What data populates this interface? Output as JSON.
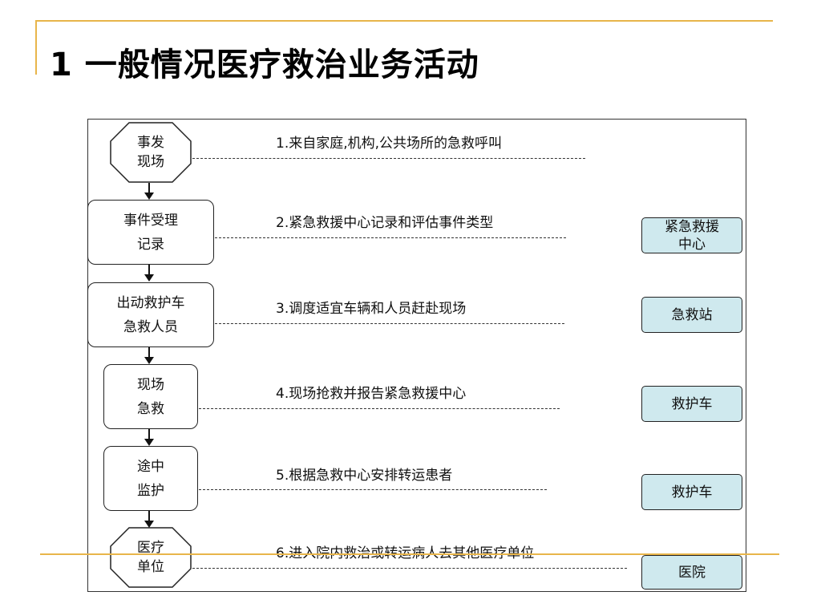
{
  "title": "1  一般情况医疗救治业务活动",
  "nodes": [
    {
      "lines": [
        "事发",
        "现场"
      ]
    },
    {
      "lines": [
        "事件受理",
        "记录"
      ]
    },
    {
      "lines": [
        "出动救护车",
        "急救人员"
      ]
    },
    {
      "lines": [
        "现场",
        "急救"
      ]
    },
    {
      "lines": [
        "途中",
        "监护"
      ]
    },
    {
      "lines": [
        "医疗",
        "单位"
      ]
    }
  ],
  "steps": [
    "1.来自家庭,机构,公共场所的急救呼叫",
    "2.紧急救援中心记录和评估事件类型",
    "3.调度适宜车辆和人员赶赴现场",
    "4.现场抢救并报告紧急救援中心",
    "5.根据急救中心安排转运患者",
    "6.进入院内救治或转运病人去其他医疗单位"
  ],
  "agents": [
    {
      "lines": [
        "紧急救援",
        "中心"
      ]
    },
    {
      "lines": [
        "急救站"
      ]
    },
    {
      "lines": [
        "救护车"
      ]
    },
    {
      "lines": [
        "救护车"
      ]
    },
    {
      "lines": [
        "医院"
      ]
    }
  ],
  "colors": {
    "accent_rule": "#e8b54a",
    "agent_fill": "#cfe9ee"
  }
}
